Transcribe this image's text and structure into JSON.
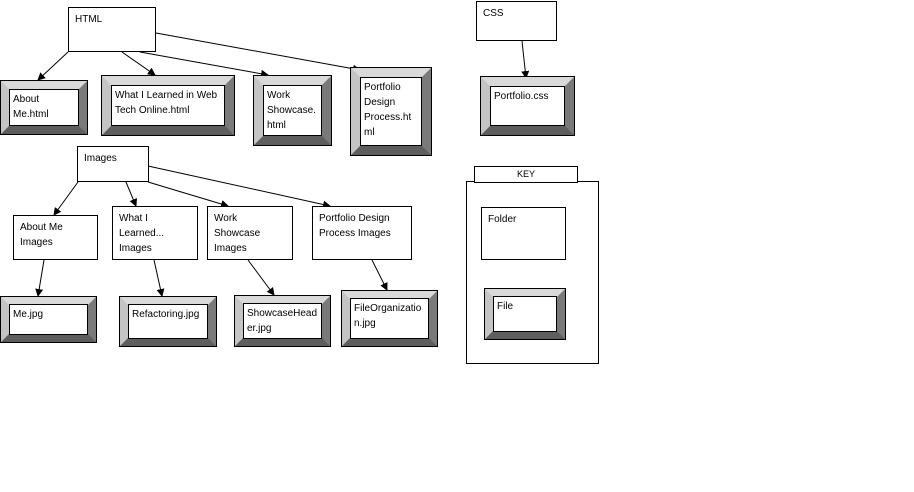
{
  "nodes": {
    "html": "HTML",
    "css": "CSS",
    "images": "Images",
    "about_me_html": "About\nMe.html",
    "what_learned_html": "What I Learned in Web\nTech Online.html",
    "work_showcase_html": "Work\nShowcase.\nhtml",
    "portfolio_process_html": "Portfolio\nDesign\nProcess.ht\nml",
    "portfolio_css": "Portfolio.css",
    "about_me_images": "About Me\nImages",
    "what_learned_images": "What I\nLearned...\nImages",
    "work_showcase_images": "Work\nShowcase\nImages",
    "portfolio_process_images": "Portfolio Design\nProcess Images",
    "me_jpg": "Me.jpg",
    "refactoring_jpg": "Refactoring.jpg",
    "showcase_header_jpg": "ShowcaseHead\ner.jpg",
    "file_organization_jpg": "FileOrganizatio\nn.jpg"
  },
  "key": {
    "title": "KEY",
    "folder": "Folder",
    "file": "File"
  }
}
